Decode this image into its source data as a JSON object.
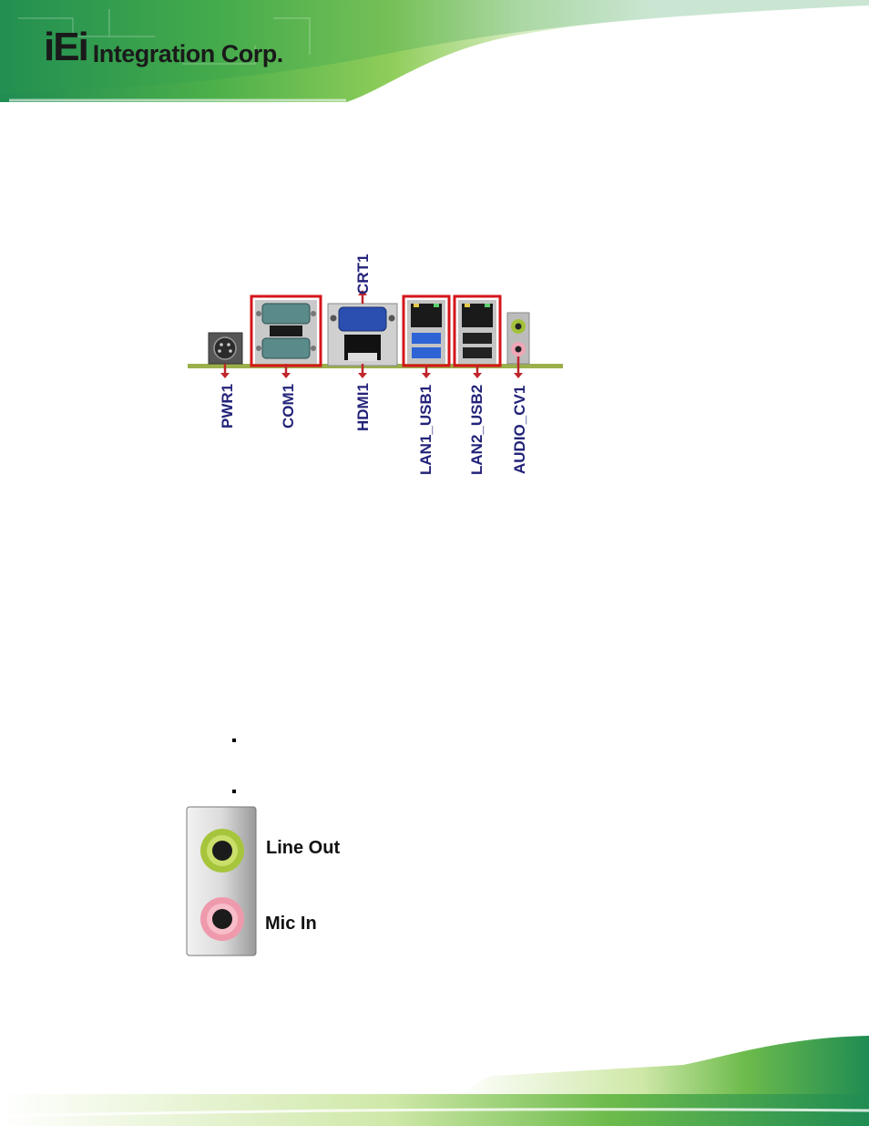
{
  "brand": {
    "logo_mark": "iEi",
    "company": "Integration Corp."
  },
  "panel": {
    "labels": {
      "crt": "CRT1",
      "pwr": "PWR1",
      "com": "COM1",
      "hdmi": "HDMI1",
      "lan1": "LAN1_USB1",
      "lan2": "LAN2_USB2",
      "audio": "AUDIO_CV1"
    }
  },
  "audio_jacks": {
    "line_out": "Line Out",
    "mic_in": "Mic In"
  },
  "colors": {
    "brand_green": "#5aa83a",
    "label_navy": "#23237a",
    "highlight_red": "#d4161b",
    "arrow_red": "#c0262b"
  }
}
